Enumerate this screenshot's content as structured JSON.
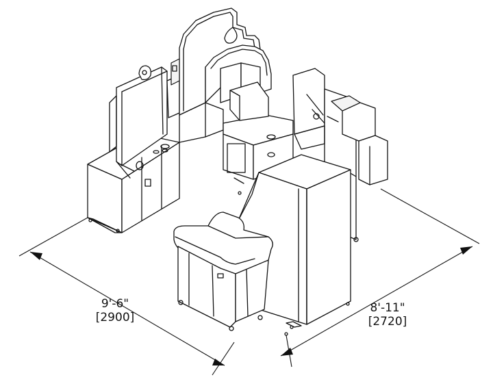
{
  "dimensions": {
    "width": {
      "imperial": "9'-6\"",
      "metric": "[2900]"
    },
    "depth": {
      "imperial": "8'-11\"",
      "metric": "[2720]"
    }
  }
}
